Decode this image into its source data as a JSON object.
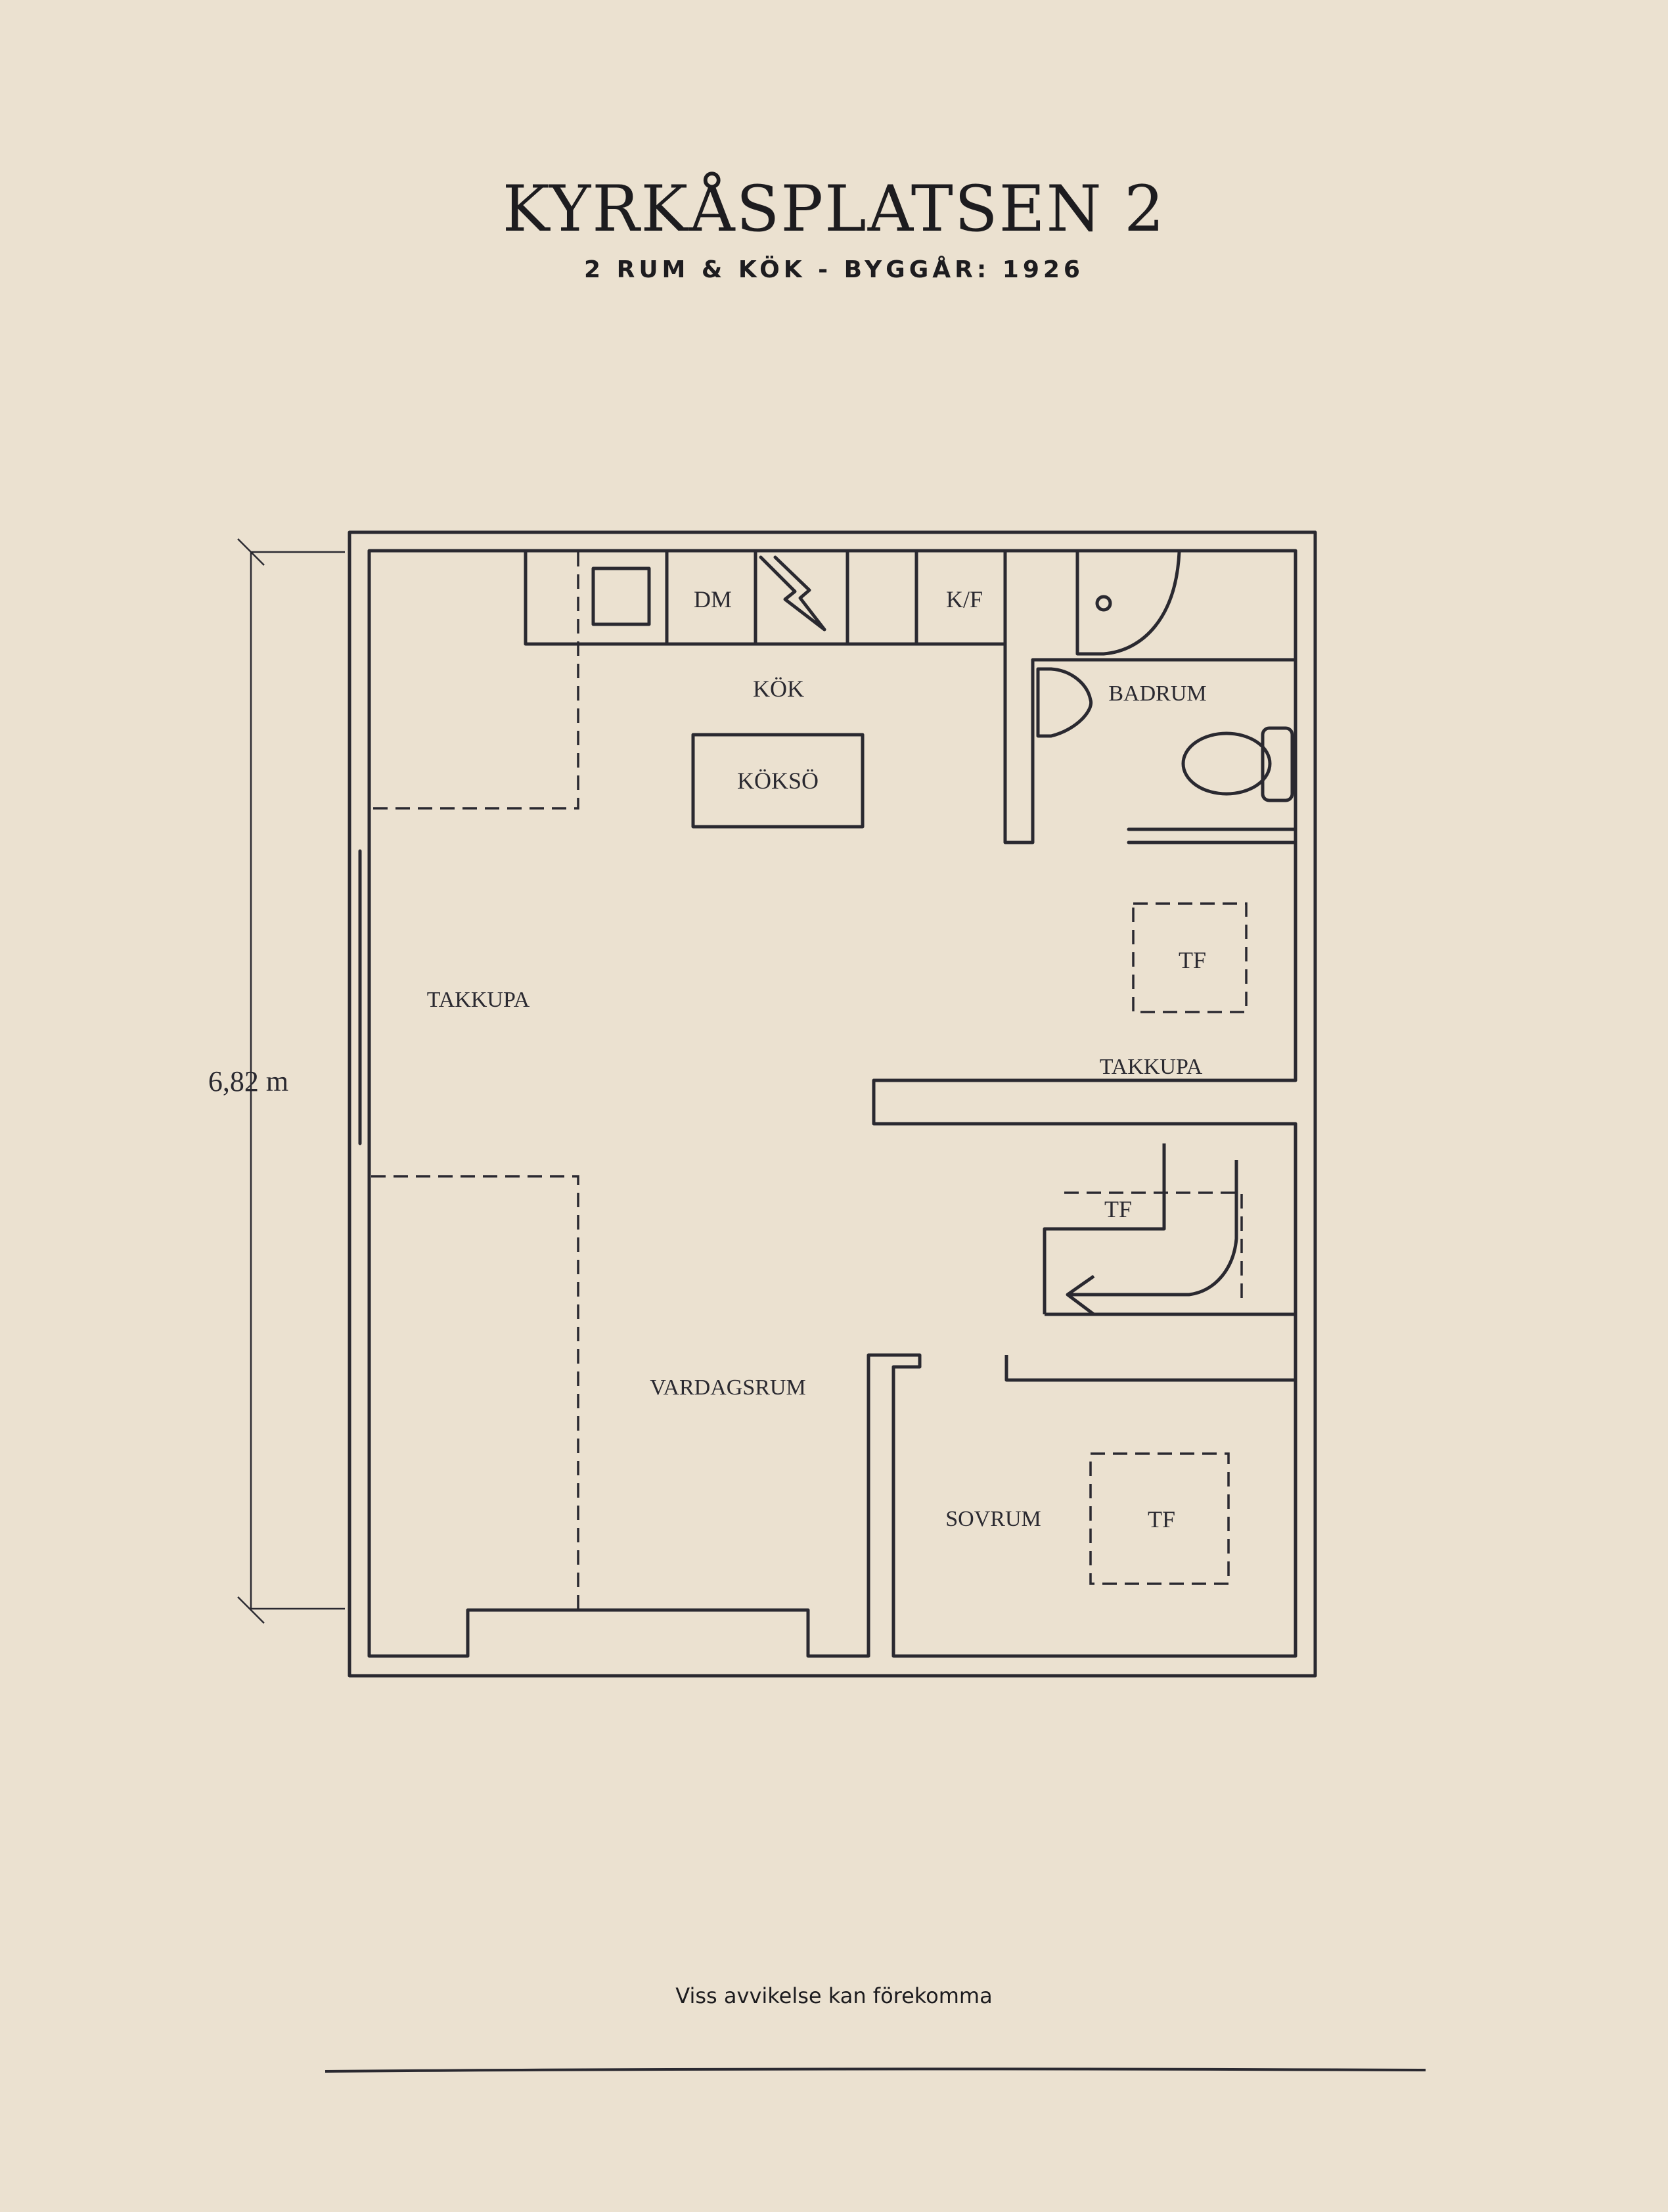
{
  "header": {
    "title": "KYRKÅSPLATSEN 2",
    "subtitle": "2 RUM & KÖK  -  BYGGÅR: 1926"
  },
  "dimension": {
    "label": "6,82 m"
  },
  "appliances": {
    "dishwasher": "DM",
    "fridge_freezer": "K/F"
  },
  "rooms": {
    "kitchen": "KÖK",
    "kitchen_island": "KÖKSÖ",
    "bathroom": "BADRUM",
    "takkupa_left": "TAKKUPA",
    "takkupa_right": "TAKKUPA",
    "living_room": "VARDAGSRUM",
    "bedroom": "SOVRUM"
  },
  "storage": {
    "tf_hall": "TF",
    "tf_closet": "TF",
    "tf_bedroom": "TF"
  },
  "footer": {
    "note": "Viss avvikelse kan förekomma"
  },
  "colors": {
    "background": "#ebe1d0",
    "ink": "#2a2930"
  }
}
